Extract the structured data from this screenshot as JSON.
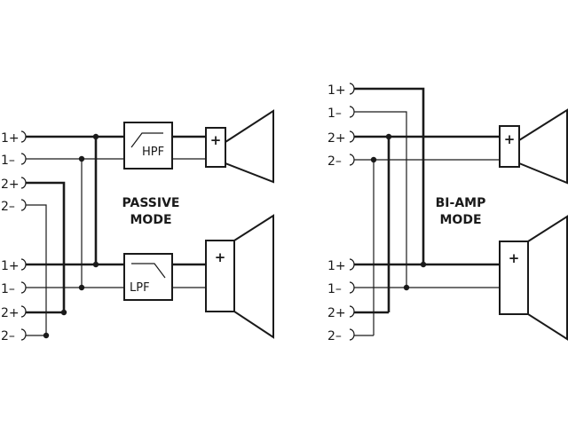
{
  "passive": {
    "mode_line1": "PASSIVE",
    "mode_line2": "MODE",
    "hpf_label": "HPF",
    "lpf_label": "LPF",
    "top_connector": [
      "1+",
      "1–",
      "2+",
      "2–"
    ],
    "bottom_connector": [
      "1+",
      "1–",
      "2+",
      "2–"
    ]
  },
  "biamp": {
    "mode_line1": "BI-AMP",
    "mode_line2": "MODE",
    "top_connector": [
      "1+",
      "1–",
      "2+",
      "2–"
    ],
    "bottom_connector": [
      "1+",
      "1–",
      "2+",
      "2–"
    ]
  },
  "speaker_plus": "+"
}
